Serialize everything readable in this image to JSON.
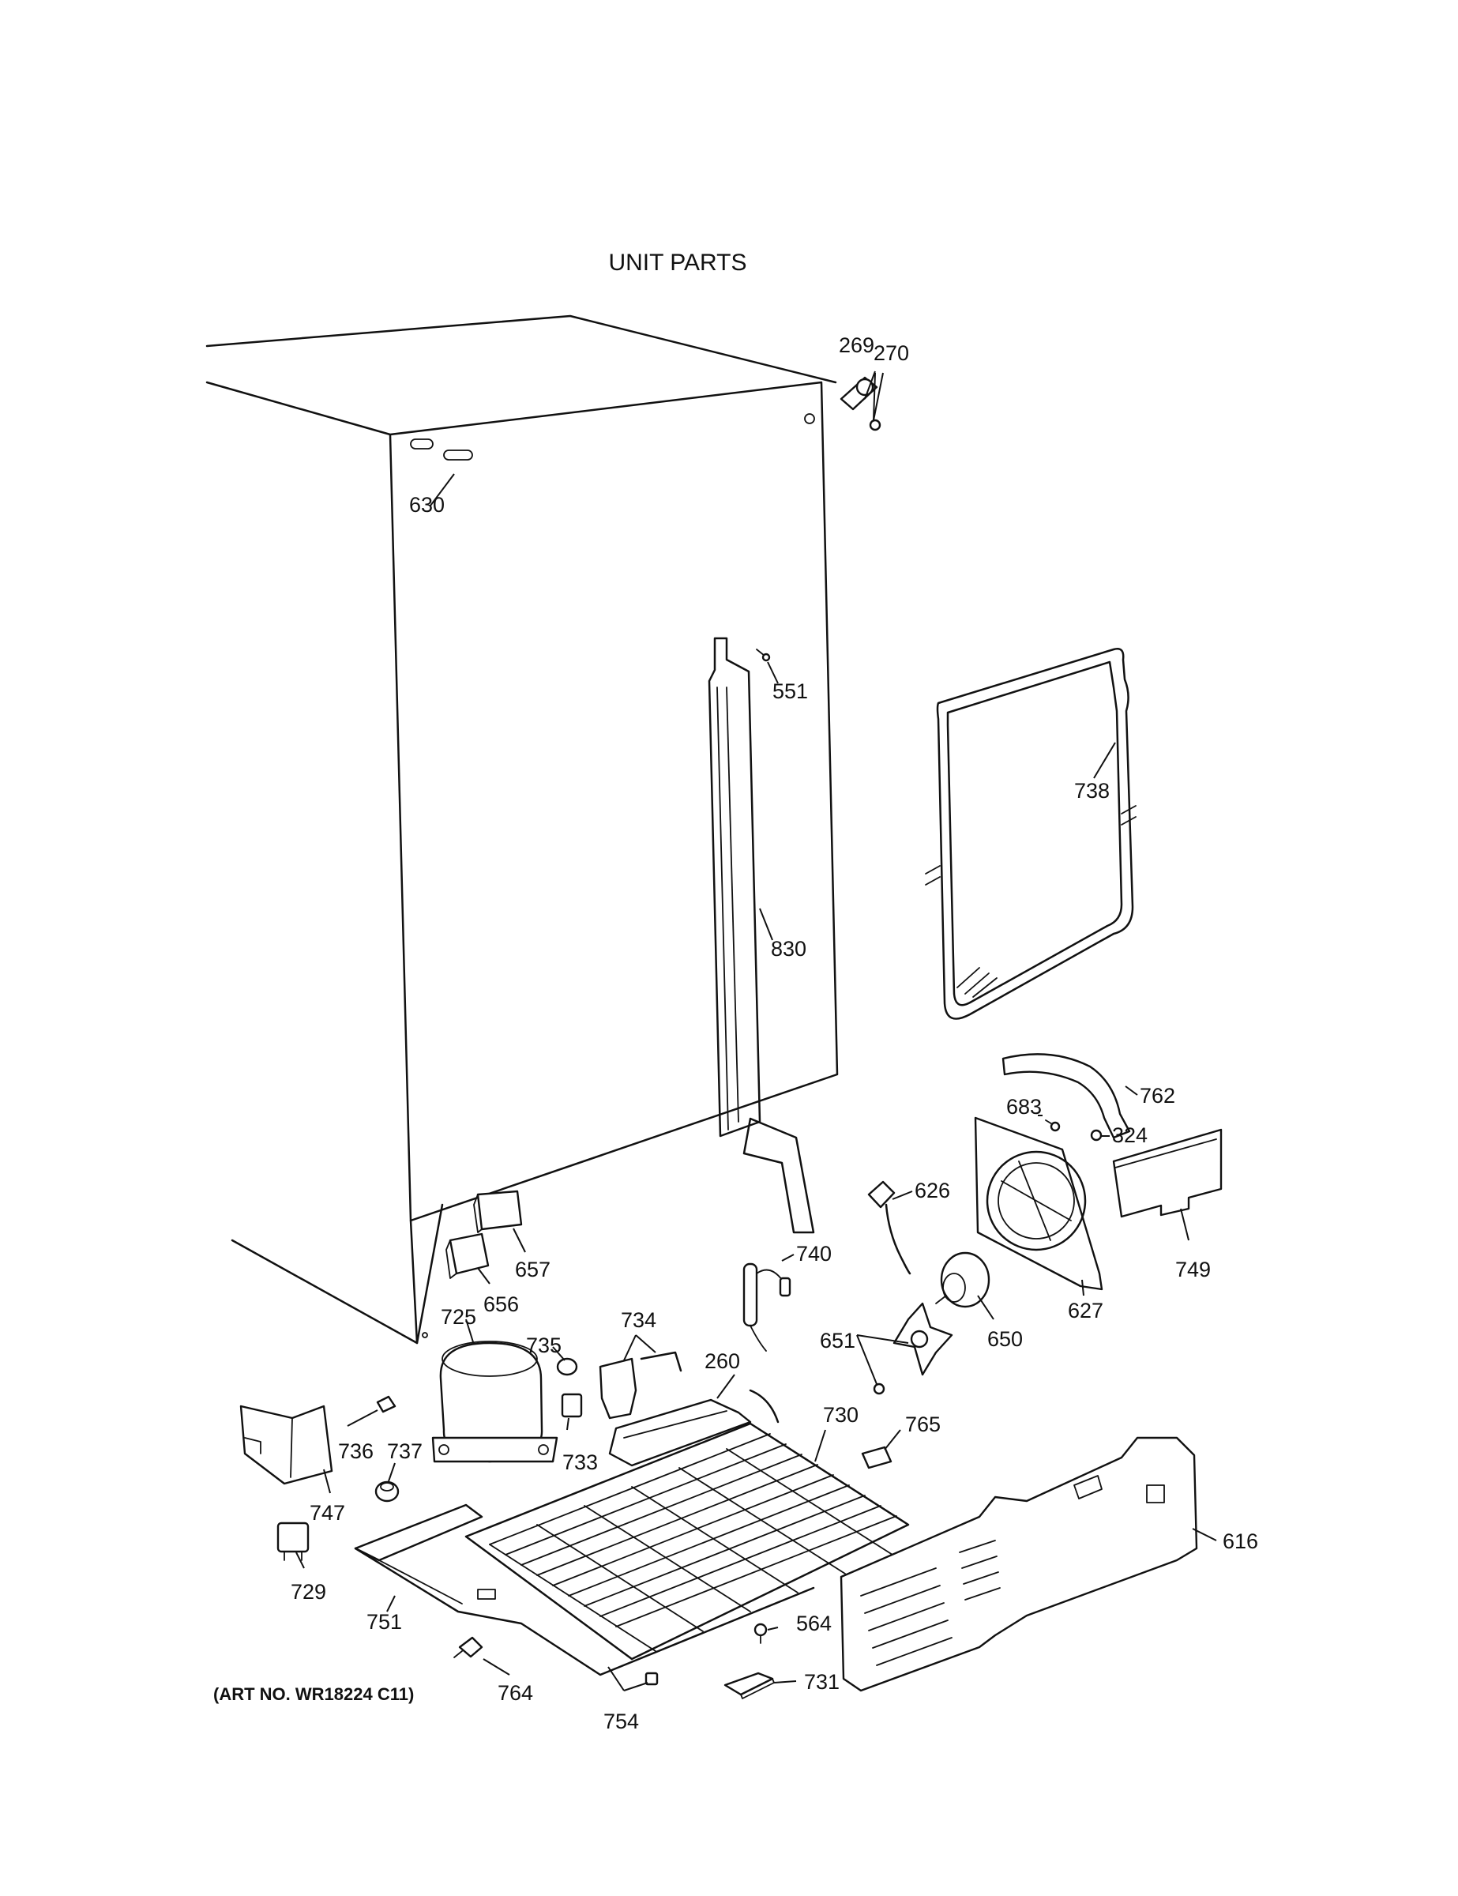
{
  "title": "UNIT PARTS",
  "art_no": "(ART NO. WR18224 C11)",
  "callouts": {
    "p269": "269",
    "p270": "270",
    "p630": "630",
    "p551": "551",
    "p738": "738",
    "p830": "830",
    "p762": "762",
    "p683": "683",
    "p324": "324",
    "p626": "626",
    "p657": "657",
    "p656": "656",
    "p740": "740",
    "p749": "749",
    "p627": "627",
    "p650": "650",
    "p725": "725",
    "p735": "735",
    "p734": "734",
    "p651": "651",
    "p260": "260",
    "p730": "730",
    "p765": "765",
    "p736": "736",
    "p737": "737",
    "p733": "733",
    "p747": "747",
    "p616": "616",
    "p729": "729",
    "p751": "751",
    "p564": "564",
    "p764": "764",
    "p731": "731",
    "p754": "754"
  }
}
